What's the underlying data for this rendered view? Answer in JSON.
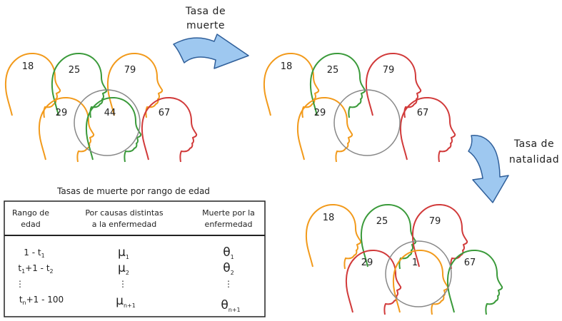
{
  "colors": {
    "orange": "#f29a1b",
    "green": "#3a9a3a",
    "red": "#d13a3a",
    "circle": "#888888",
    "arrow_fill": "#9ec8f0",
    "arrow_stroke": "#2f5f9a",
    "ink": "#222222"
  },
  "arrows": {
    "death_rate": {
      "line1": "Tasa de",
      "line2": "muerte"
    },
    "birth_rate": {
      "line1": "Tasa de",
      "line2": "natalidad"
    }
  },
  "groups": {
    "initial": {
      "heads": [
        {
          "age": "18",
          "color": "orange"
        },
        {
          "age": "25",
          "color": "green"
        },
        {
          "age": "79",
          "color": "orange"
        },
        {
          "age": "29",
          "color": "orange"
        },
        {
          "age": "44",
          "color": "green"
        },
        {
          "age": "67",
          "color": "red"
        }
      ]
    },
    "after_death": {
      "heads": [
        {
          "age": "18",
          "color": "orange"
        },
        {
          "age": "25",
          "color": "green"
        },
        {
          "age": "79",
          "color": "red"
        },
        {
          "age": "29",
          "color": "orange"
        },
        {
          "age": "67",
          "color": "red"
        }
      ]
    },
    "after_birth": {
      "heads": [
        {
          "age": "18",
          "color": "orange"
        },
        {
          "age": "25",
          "color": "green"
        },
        {
          "age": "79",
          "color": "red"
        },
        {
          "age": "29",
          "color": "red"
        },
        {
          "age": "1",
          "color": "orange"
        },
        {
          "age": "67",
          "color": "green"
        }
      ]
    }
  },
  "table": {
    "title": "Tasas de muerte por rango de edad",
    "headers": [
      {
        "line1": "Rango de",
        "line2": "edad"
      },
      {
        "line1": "Por causas distintas",
        "line2": "a la enfermedad"
      },
      {
        "line1": "Muerte por la",
        "line2": "enfermedad"
      }
    ],
    "rows": [
      {
        "range": "1 - t",
        "range_sub": "1",
        "range_tail": "",
        "range_tail_sub": "",
        "mu_sub": "1",
        "theta_sub": "1"
      },
      {
        "range": "t",
        "range_sub": "1",
        "range_tail": "+1 - t",
        "range_tail_sub": "2",
        "mu_sub": "2",
        "theta_sub": "2"
      },
      {
        "range": "⋮",
        "range_sub": "",
        "range_tail": "",
        "range_tail_sub": "",
        "mu_sub": "",
        "theta_sub": ""
      },
      {
        "range": "t",
        "range_sub": "n",
        "range_tail": "+1 - 100",
        "range_tail_sub": "",
        "mu_sub": "n+1",
        "theta_sub": "n+1"
      }
    ],
    "mu_symbol": "μ",
    "theta_symbol": "θ",
    "vdots": "⋮"
  }
}
